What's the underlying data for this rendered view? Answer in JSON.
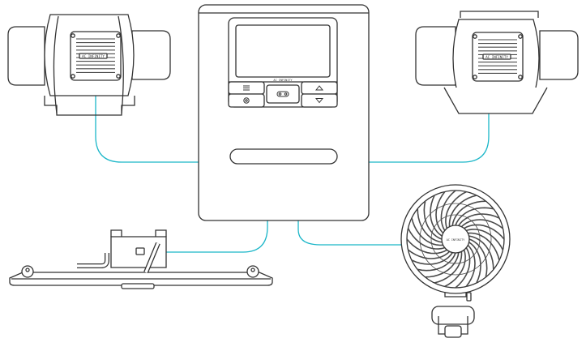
{
  "brand_label": "AC INFINITY",
  "controller": {
    "buttons": [
      {
        "name": "menu-button",
        "icon": "menu-icon"
      },
      {
        "name": "up-button",
        "icon": "triangle-up-icon"
      },
      {
        "name": "settings-button",
        "icon": "gear-icon"
      },
      {
        "name": "toggle-button",
        "icon": "toggle-icon"
      },
      {
        "name": "down-button",
        "icon": "triangle-down-icon"
      }
    ]
  },
  "colors": {
    "connector": "#1ab6c8",
    "outline": "#333333",
    "fan_grille": "#4a4a4a"
  }
}
